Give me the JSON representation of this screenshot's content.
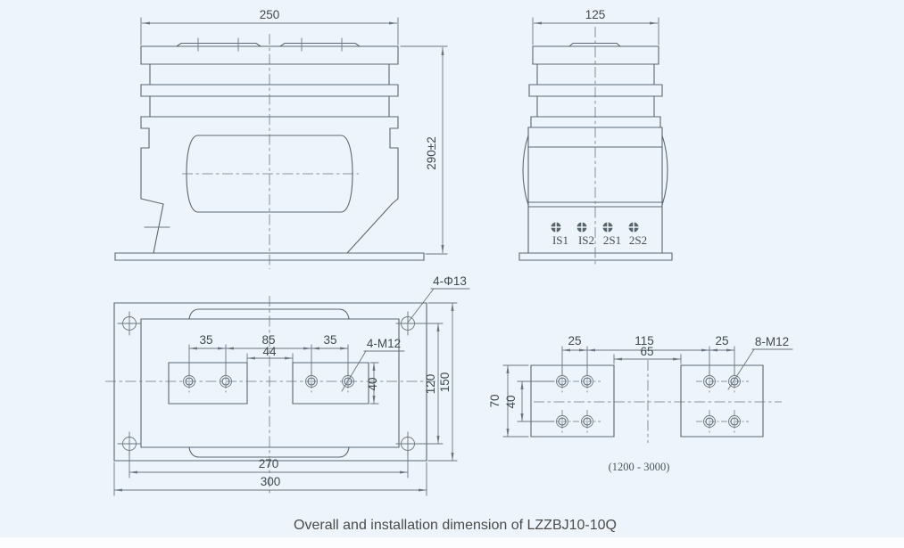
{
  "colors": {
    "background": "#edf4fb",
    "line": "#5b6774",
    "dim_line": "#6b7682",
    "text": "#3f4a55",
    "caption_text": "#4b4b4b",
    "footer_strip": "#fbfdff"
  },
  "caption": {
    "text": "Overall and installation dimension of LZZBJ10-10Q"
  },
  "front_view": {
    "width_dim": "250",
    "height_dim": "290±2"
  },
  "side_view": {
    "width_dim": "125",
    "terminals": [
      "IS1",
      "IS2",
      "2S1",
      "2S2"
    ]
  },
  "plan_view": {
    "corner_hole_note": "4-Φ13",
    "pad_hole_note": "4-M12",
    "pad_pitch_left": "35",
    "pad_span_center": "85",
    "pad_pitch_right": "35",
    "pad_gap": "44",
    "pad_height": "40",
    "hole_span_vertical": "120",
    "base_depth": "150",
    "hole_span_horizontal": "270",
    "base_width": "300"
  },
  "busbar_view": {
    "hole_note": "8-M12",
    "pitch_left": "25",
    "span_center": "115",
    "pitch_right": "25",
    "plate_gap": "65",
    "plate_height": "70",
    "row_pitch": "40",
    "current_range": "(1200 - 3000)"
  }
}
